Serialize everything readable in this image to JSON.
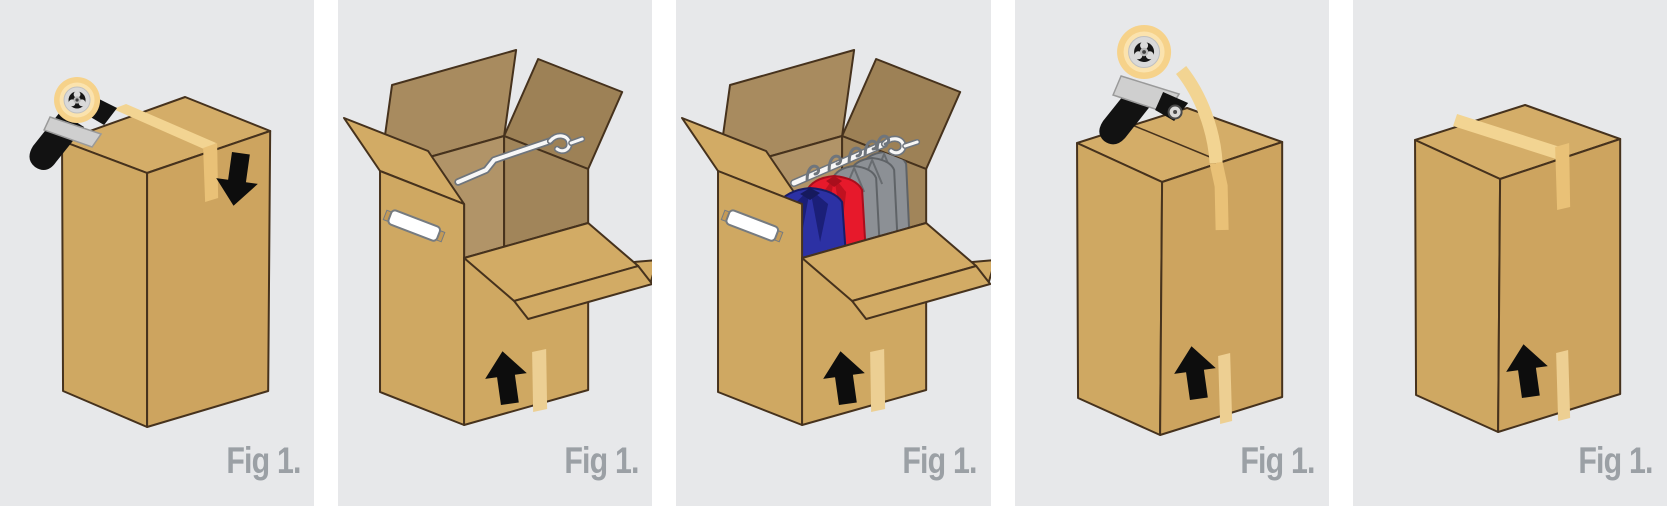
{
  "figure": {
    "background": "#ffffff",
    "panel_background": "#e7e8ea",
    "panels": [
      {
        "caption": "Fig 1.",
        "icons": [
          "tape-dispenser-icon",
          "closed-box",
          "tape-strip",
          "arrow-down-icon"
        ]
      },
      {
        "caption": "Fig 1.",
        "icons": [
          "open-box",
          "hanging-rail",
          "side-handle",
          "door-flap",
          "arrow-up-icon",
          "tape-strip"
        ]
      },
      {
        "caption": "Fig 1.",
        "icons": [
          "open-box",
          "hanging-rail",
          "hanger-hooks",
          "jacket-blue",
          "jacket-red",
          "jackets-gray",
          "door-flap",
          "arrow-up-icon",
          "tape-strip"
        ]
      },
      {
        "caption": "Fig 1.",
        "icons": [
          "tape-dispenser-icon",
          "closed-box",
          "tape-strip",
          "arrow-up-icon"
        ]
      },
      {
        "caption": "Fig 1.",
        "icons": [
          "closed-box",
          "tape-strip",
          "arrow-up-icon"
        ]
      }
    ]
  },
  "palette": {
    "cardboard": "#cfa862",
    "cardboard_top": "#d4ad68",
    "cardboard_right": "#cda45f",
    "cardboard_flap": "#d2ab65",
    "interior_light": "#b19468",
    "interior_dark": "#a1855a",
    "rear_flap_left": "#a88b5f",
    "rear_flap_right": "#9d8156",
    "outline": "#46321d",
    "tape_light": "#f2d492",
    "tape_dark": "#e9c177",
    "tape_roll": "#f6d28a",
    "metal_silver": "#d9d9d9",
    "rail_white": "#f7f7f7",
    "rail_outline": "#6f757c",
    "arrow_black": "#0d0d0d",
    "jacket_blue": "#2c31a4",
    "jacket_blue_dark": "#1b1f78",
    "jacket_red": "#e7192b",
    "jacket_red_dark": "#c01120",
    "jacket_gray": "#8c9095",
    "caption_text": "#9ba0a5"
  }
}
